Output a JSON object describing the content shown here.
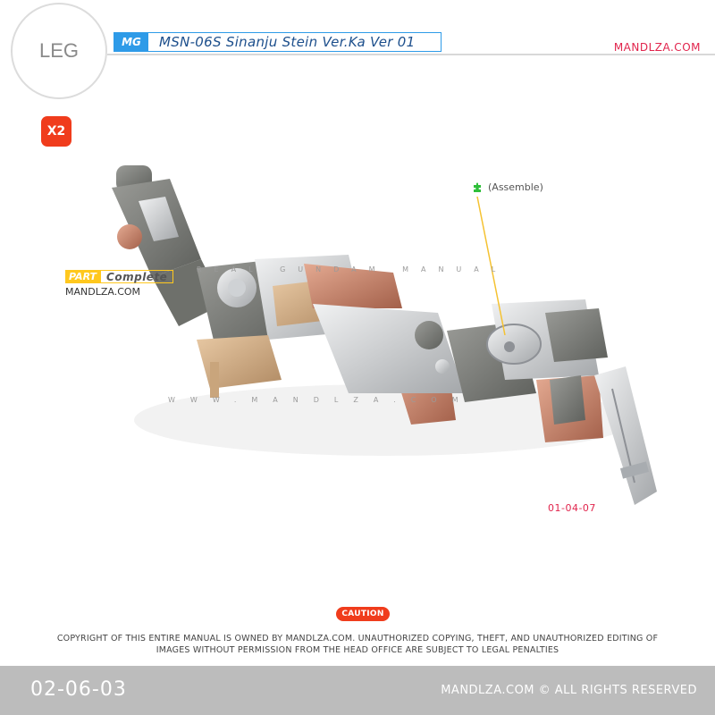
{
  "section": {
    "label": "LEG"
  },
  "header": {
    "grade_tag": "MG",
    "model_title": "MSN-06S Sinanju Stein Ver.Ka  Ver 01",
    "brand": "MANDLZA.COM"
  },
  "quantity": {
    "label": "X2"
  },
  "callouts": {
    "assemble_label": "(Assemble)",
    "part_tag": "PART",
    "part_label": "Complete",
    "part_url": "MANDLZA.COM",
    "ref_code": "01-04-07"
  },
  "watermarks": {
    "line1": "REAL GUNDAM MANUAL",
    "line2": "WWW.MANDLZA.COM"
  },
  "notice": {
    "caution_label": "CAUTION",
    "line1": "COPYRIGHT OF THIS ENTIRE MANUAL IS OWNED BY MANDLZA.COM. UNAUTHORIZED COPYING, THEFT, AND UNAUTHORIZED EDITING OF",
    "line2": "IMAGES WITHOUT PERMISSION FROM THE HEAD OFFICE ARE SUBJECT TO LEGAL PENALTIES"
  },
  "footer": {
    "page_number": "02-06-03",
    "rights": "MANDLZA.COM © ALL RIGHTS RESERVED"
  },
  "colors": {
    "accent_blue": "#2e9be8",
    "brand_red": "#e1244c",
    "caution_orange": "#f03c1c",
    "part_yellow": "#ffc81e",
    "footer_gray": "#bcbcbc"
  }
}
